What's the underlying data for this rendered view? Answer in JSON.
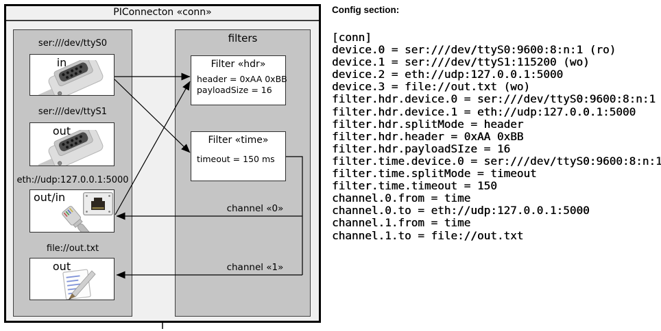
{
  "diagram": {
    "title": "PIConnecton «conn»",
    "devices_panel": {
      "devices": [
        {
          "uri": "ser:///dev/ttyS0",
          "mode": "in",
          "icon": "serial-connector"
        },
        {
          "uri": "ser:///dev/ttyS1",
          "mode": "out",
          "icon": "serial-connector"
        },
        {
          "uri": "eth://udp:127.0.0.1:5000",
          "mode": "out/in",
          "icon": "ethernet-connector"
        },
        {
          "uri": "file://out.txt",
          "mode": "out",
          "icon": "notepad"
        }
      ]
    },
    "filters_panel": {
      "label": "filters",
      "filters": [
        {
          "title": "Filter «hdr»",
          "params": [
            "header = 0xAA 0xBB",
            "payloadSize = 16"
          ]
        },
        {
          "title": "Filter «time»",
          "params": [
            "timeout = 150 ms"
          ]
        }
      ]
    },
    "channels": [
      {
        "label": "channel «0»"
      },
      {
        "label": "channel «1»"
      }
    ]
  },
  "config": {
    "heading": "Config section:",
    "lines": [
      "[conn]",
      "device.0 = ser:///dev/ttyS0:9600:8:n:1 (ro)",
      "device.1 = ser:///dev/ttyS1:115200 (wo)",
      "device.2 = eth://udp:127.0.0.1:5000",
      "device.3 = file://out.txt (wo)",
      "filter.hdr.device.0 = ser:///dev/ttyS0:9600:8:n:1",
      "filter.hdr.device.1 = eth://udp:127.0.0.1:5000",
      "filter.hdr.splitMode = header",
      "filter.hdr.header = 0xAA 0xBB",
      "filter.hdr.payloadSIze = 16",
      "filter.time.device.0 = ser:///dev/ttyS0:9600:8:n:1",
      "filter.time.splitMode = timeout",
      "filter.time.timeout = 150",
      "channel.0.from = time",
      "channel.0.to = eth://udp:127.0.0.1:5000",
      "channel.1.from = time",
      "channel.1.to = file://out.txt"
    ]
  },
  "colors": {
    "outer_fill": "#f0f0f0",
    "panel_fill": "#c5c5c5",
    "box_fill": "#ffffff",
    "line": "#000000",
    "text": "#000000"
  }
}
